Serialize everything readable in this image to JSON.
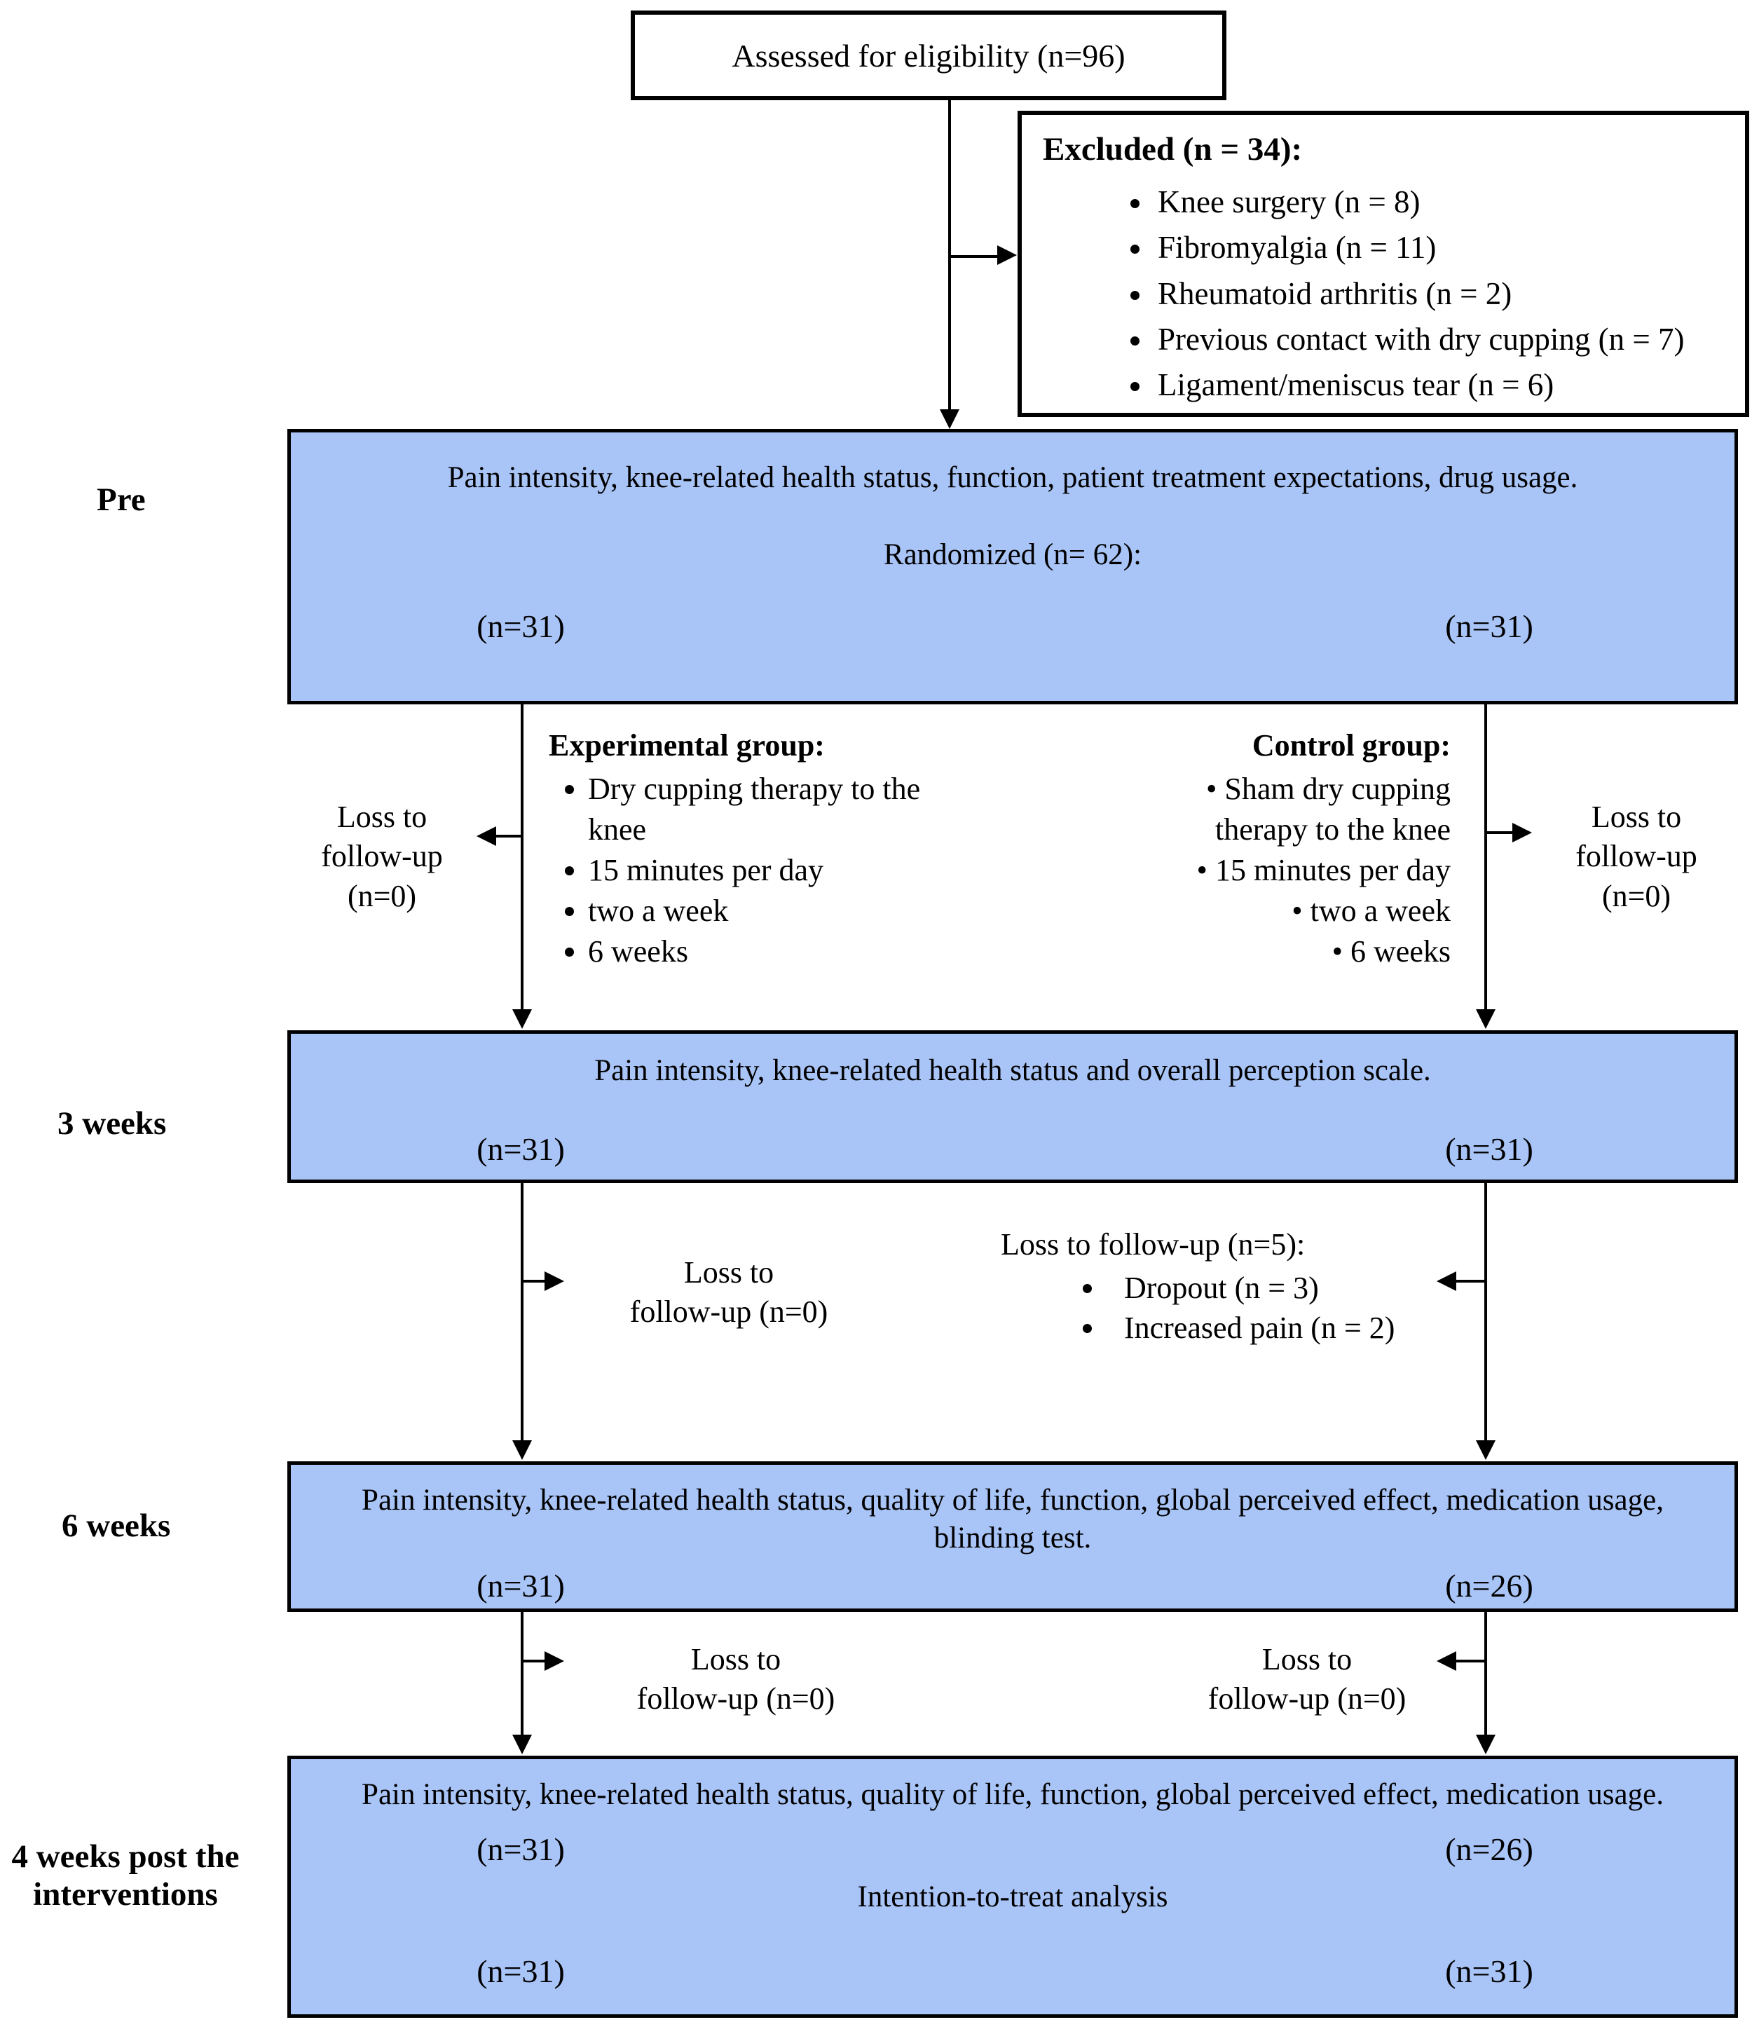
{
  "colors": {
    "box_fill": "#a9c4f6",
    "line": "#000000"
  },
  "assessed": {
    "text": "Assessed for eligibility (n=96)"
  },
  "excluded": {
    "title": "Excluded (n = 34):",
    "items": [
      "Knee surgery (n = 8)",
      "Fibromyalgia (n = 11)",
      "Rheumatoid arthritis (n = 2)",
      "Previous contact with dry cupping (n = 7)",
      "Ligament/meniscus tear (n = 6)"
    ]
  },
  "stage_labels": {
    "pre": "Pre",
    "week3": "3 weeks",
    "week6": "6 weeks",
    "post": "4 weeks post the interventions"
  },
  "pre_box": {
    "measures": "Pain intensity, knee-related health status, function, patient treatment expectations, drug usage.",
    "randomized": "Randomized (n= 62):",
    "left_n": "(n=31)",
    "right_n": "(n=31)"
  },
  "experimental": {
    "title": "Experimental group:",
    "items": [
      "Dry cupping therapy to the knee",
      "15 minutes per day",
      "two a week",
      "6 weeks"
    ]
  },
  "control": {
    "title": "Control group:",
    "items": [
      "Sham dry cupping therapy to the knee",
      "15 minutes per day",
      "two a week",
      "6 weeks"
    ]
  },
  "loss_row1": {
    "left": [
      "Loss to",
      "follow-up",
      "(n=0)"
    ],
    "right": [
      "Loss to",
      "follow-up",
      "(n=0)"
    ]
  },
  "week3_box": {
    "measures": "Pain intensity, knee-related health status and overall perception scale.",
    "left_n": "(n=31)",
    "right_n": "(n=31)"
  },
  "loss_row2": {
    "left": [
      "Loss to",
      "follow-up (n=0)"
    ],
    "right_title": "Loss to follow-up (n=5):",
    "right_items": [
      "Dropout (n = 3)",
      "Increased pain (n = 2)"
    ]
  },
  "week6_box": {
    "measures_line1": "Pain intensity, knee-related health status, quality of life, function, global perceived effect, medication usage,",
    "measures_line2": "blinding test.",
    "left_n": "(n=31)",
    "right_n": "(n=26)"
  },
  "loss_row3": {
    "left": [
      "Loss to",
      "follow-up (n=0)"
    ],
    "right": [
      "Loss to",
      "follow-up (n=0)"
    ]
  },
  "final_box": {
    "measures": "Pain intensity, knee-related health status, quality of life, function, global perceived effect, medication usage.",
    "row1_left": "(n=31)",
    "row1_right": "(n=26)",
    "itt": "Intention-to-treat analysis",
    "row2_left": "(n=31)",
    "row2_right": "(n=31)"
  }
}
